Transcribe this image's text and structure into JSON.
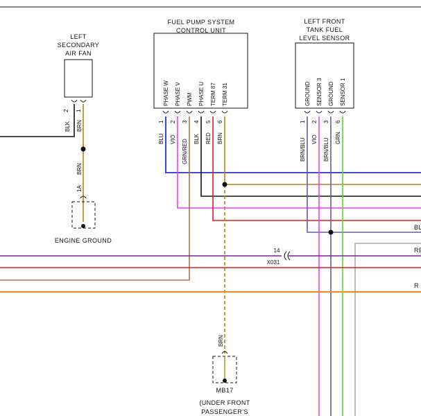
{
  "components": {
    "fan": {
      "title_lines": [
        "LEFT",
        "SECONDARY",
        "AIR FAN"
      ],
      "pins": [
        "2",
        "1"
      ],
      "wires": [
        "BLK",
        "BRN"
      ]
    },
    "fpcu": {
      "title_lines": [
        "FUEL PUMP SYSTEM",
        "CONTROL UNIT"
      ],
      "pin_labels": [
        "PHASE W",
        "PHASE V",
        "PWM",
        "PHASE U",
        "TERM 87",
        "TERM 31"
      ],
      "pins": [
        "1",
        "2",
        "3",
        "4",
        "5",
        "6"
      ],
      "wires": [
        "BLU",
        "VIO",
        "GRN/RED",
        "BLK",
        "RED",
        "BRN"
      ]
    },
    "sensor": {
      "title_lines": [
        "LEFT FRONT",
        "TANK FUEL",
        "LEVEL SENSOR"
      ],
      "pin_labels": [
        "GROUND",
        "SENSOR 3",
        "GROUND",
        "SENSOR 1"
      ],
      "pins": [
        "1",
        "2",
        "3",
        "6"
      ],
      "wires": [
        "BRN/BLU",
        "VIO",
        "BRN/BLU",
        "GRN"
      ]
    }
  },
  "grounds": {
    "engine": {
      "wire": "BRN",
      "pin": "1A",
      "label_lines": [
        "ENGINE GROUND"
      ]
    },
    "mb17": {
      "wire": "BRN",
      "label_lines": [
        "MB17",
        "(UNDER FRONT",
        "PASSENGER'S"
      ]
    }
  },
  "connector_x031": {
    "pin": "14",
    "name": "X031"
  },
  "edge_labels": [
    "BL",
    "RE",
    "R"
  ],
  "colors": {
    "blue": "#1e32d2",
    "violet": "#7a1fa8",
    "magenta": "#ff30ff",
    "black": "#111111",
    "red": "#e81818",
    "brown": "#b8860b",
    "brnblu": "#6a5a9a",
    "green": "#55dd22",
    "gray": "#aaaaaa",
    "yellow": "#f0d020"
  }
}
